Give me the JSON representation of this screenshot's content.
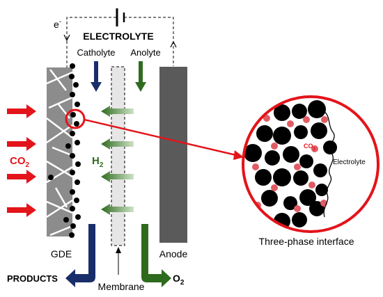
{
  "labels": {
    "electron": "e",
    "electron_sup": "-",
    "electrolyte_title": "ELECTROLYTE",
    "catholyte": "Catholyte",
    "anolyte": "Anolyte",
    "co2_main": "CO",
    "co2_sub": "2",
    "h2_main": "H",
    "h2_sub": "2",
    "gde": "GDE",
    "membrane": "Membrane",
    "anode": "Anode",
    "products": "PRODUCTS",
    "o2_main": "O",
    "o2_sub": "2",
    "zoom_co2_main": "CO",
    "zoom_co2_sub": "2",
    "zoom_electrolyte": "Electrolyte",
    "three_phase": "Three-phase interface"
  },
  "colors": {
    "red": "#e3141a",
    "green": "#2f6b1f",
    "navy": "#1a2d6b",
    "gde_gray": "#8c8c8c",
    "anode_gray": "#5a5a5a",
    "membrane_fill": "#e6e6e6"
  }
}
